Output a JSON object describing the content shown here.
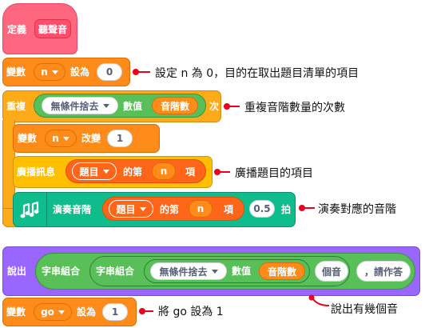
{
  "define": {
    "label": "定義",
    "name": "聽聲音"
  },
  "set_n": {
    "label": "變數",
    "var": "n",
    "to": "設為",
    "value": "0"
  },
  "repeat": {
    "label": "重複",
    "round": "無條件捨去",
    "of": "數值",
    "reporter": "音階數",
    "times": "次"
  },
  "change_n": {
    "label": "變數",
    "var": "n",
    "by": "改變",
    "value": "1"
  },
  "broadcast": {
    "label": "廣播訊息",
    "list": "題目",
    "item_of": "的第",
    "index": "n",
    "item": "項"
  },
  "play_note": {
    "label": "演奏音階",
    "list": "題目",
    "item_of": "的第",
    "index": "n",
    "item": "項",
    "beats": "0.5",
    "beat_word": "拍"
  },
  "say": {
    "label": "說出",
    "join1": "字串組合",
    "join2": "字串組合",
    "round": "無條件捨去",
    "of": "數值",
    "reporter": "音階數",
    "text1": "個音",
    "text2": "，請作答"
  },
  "set_go": {
    "label": "變數",
    "var": "go",
    "to": "設為",
    "value": "1"
  },
  "annotations": {
    "a1": "設定 n 為 0，目的在取出題目清單的項目",
    "a2": "重複音階數量的次數",
    "a3": "廣播題目的項目",
    "a4": "演奏對應的音階",
    "a5": "將 go 設為 1",
    "a6": "說出有幾個音"
  },
  "colors": {
    "events": "#ff6680",
    "variables": "#ff8c1a",
    "control": "#ffab19",
    "music": "#0fbd8c",
    "looks": "#9966ff",
    "operators": "#59c059",
    "callout": "#e8001c"
  },
  "icons": {
    "music_note": "music-note-icon",
    "loop_arrow": "loop-arrow-icon"
  }
}
